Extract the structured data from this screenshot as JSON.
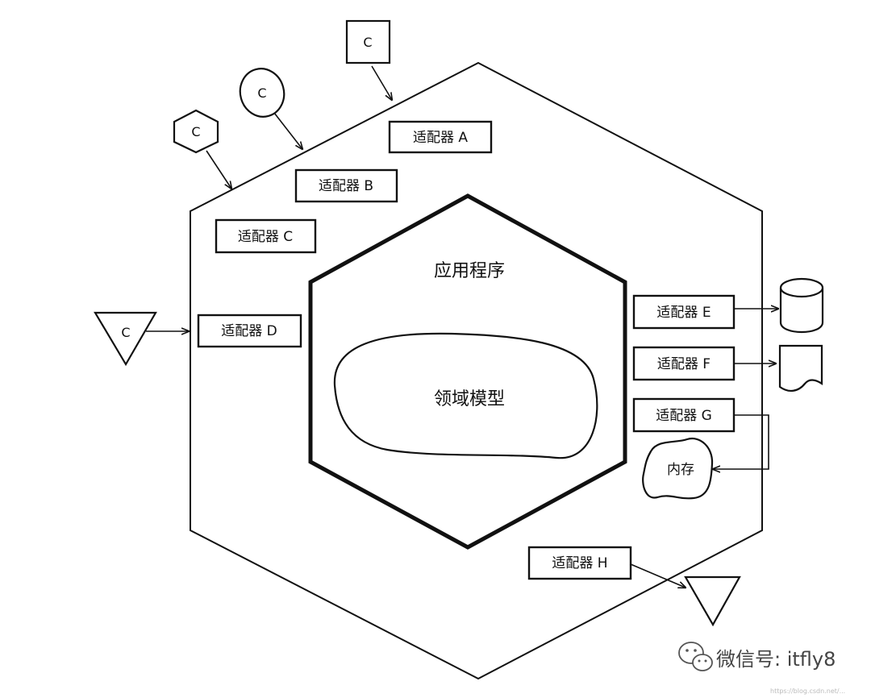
{
  "diagram": {
    "application_label": "应用程序",
    "domain_model_label": "领域模型",
    "memory_label": "内存",
    "client_symbol": "C",
    "adapters": {
      "a": "适配器 A",
      "b": "适配器 B",
      "c": "适配器 C",
      "d": "适配器 D",
      "e": "适配器 E",
      "f": "适配器 F",
      "g": "适配器 G",
      "h": "适配器 H"
    }
  },
  "watermark": {
    "text": "微信号: itfly8",
    "icon": "wechat-icon",
    "url_text": "https://blog.csdn.net/..."
  }
}
